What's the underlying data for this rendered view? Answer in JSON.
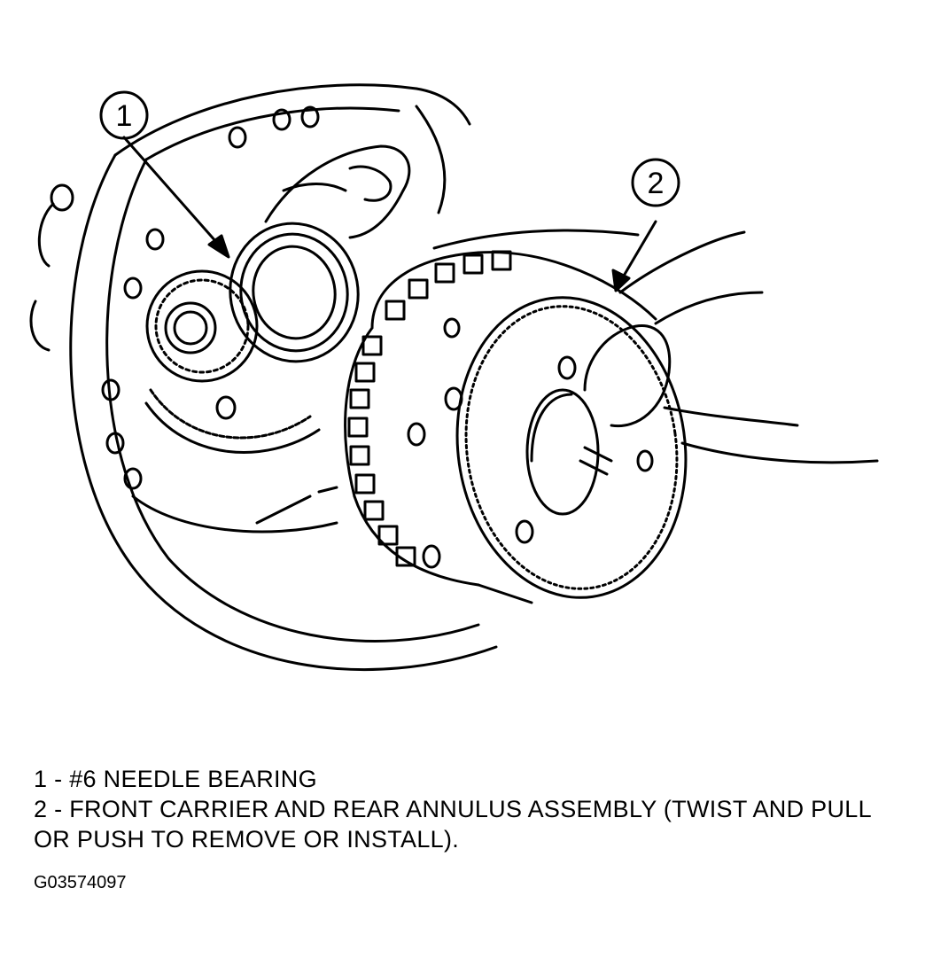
{
  "figure": {
    "callouts": [
      {
        "number": "1"
      },
      {
        "number": "2"
      }
    ],
    "legend": [
      "1 - #6 NEEDLE BEARING",
      "2 - FRONT CARRIER AND REAR ANNULUS ASSEMBLY (TWIST AND PULL OR PUSH TO REMOVE OR INSTALL)."
    ],
    "figure_id": "G03574097"
  }
}
